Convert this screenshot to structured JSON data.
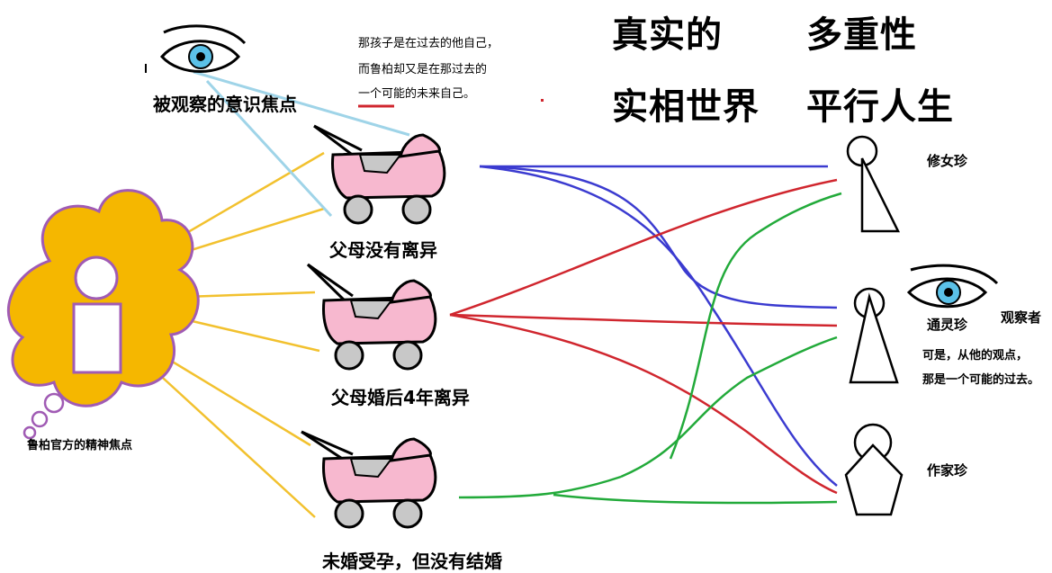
{
  "titles": {
    "real_line1": "真实的",
    "real_line2": "实相世界",
    "multi_line1": "多重性",
    "multi_line2": "平行人生"
  },
  "eye_caption": "被观察的意识焦点",
  "note": {
    "line1": "那孩子是在过去的他自己，",
    "line2": "而鲁柏却又是在那过去的",
    "line3": "一个可能的未来自己。"
  },
  "thought_caption": "鲁柏官方的精神焦点",
  "strollers": {
    "s1": "父母没有离异",
    "s2": "父母婚后4年离异",
    "s3": "未婚受孕，但没有结婚"
  },
  "people": {
    "p1": "修女珍",
    "p2": "通灵珍",
    "p3": "作家珍"
  },
  "observer": {
    "label": "观察者",
    "line1": "可是，从他的观点，",
    "line2": "那是一个可能的过去。"
  },
  "colors": {
    "blue": "#3b3bd0",
    "red": "#d0262e",
    "green": "#22aa3a",
    "yellow": "#f2c12e",
    "cloud": "#f5b700",
    "cloud_border": "#a05bb4",
    "stroller": "#f7b8cf",
    "wheel": "#c8c8c8",
    "light_blue": "#9fd4e8"
  }
}
